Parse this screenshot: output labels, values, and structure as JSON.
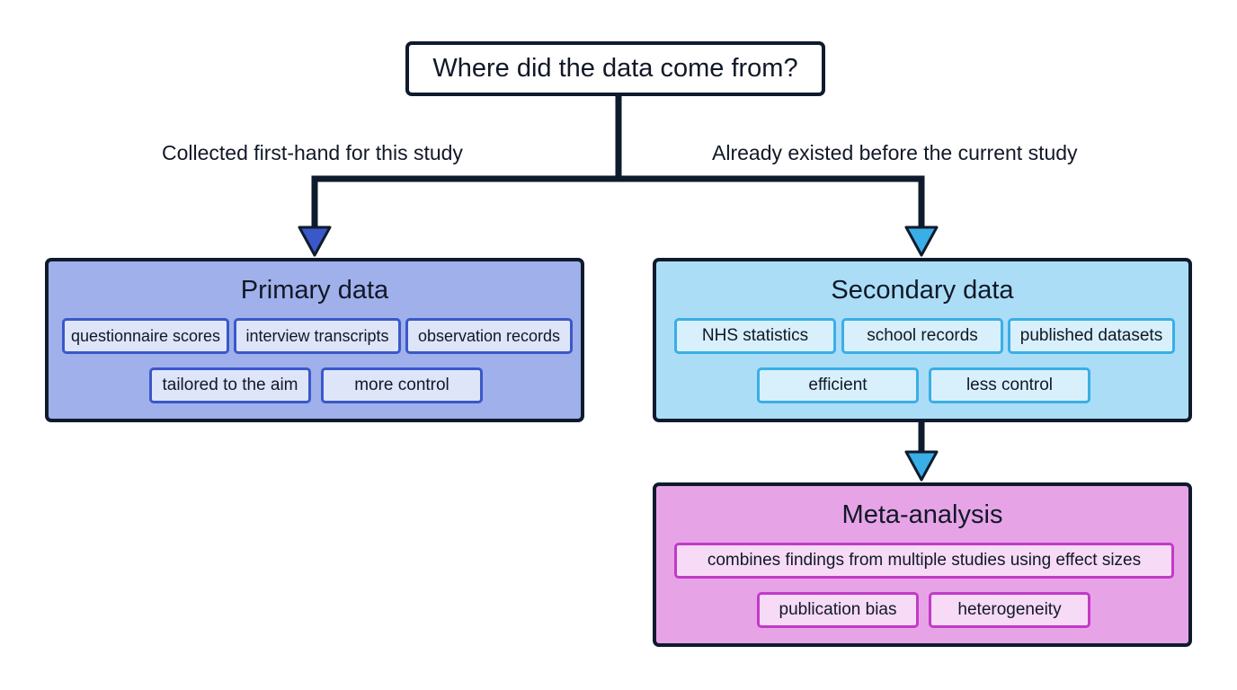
{
  "root": {
    "question": "Where did the data come from?"
  },
  "branches": {
    "left_label": "Collected first-hand for this study",
    "right_label": "Already existed before the current study"
  },
  "primary": {
    "title": "Primary data",
    "chips": [
      "questionnaire scores",
      "interview transcripts",
      "observation records",
      "tailored to the aim",
      "more control"
    ]
  },
  "secondary": {
    "title": "Secondary data",
    "chips": [
      "NHS statistics",
      "school records",
      "published datasets",
      "efficient",
      "less control"
    ]
  },
  "meta": {
    "title": "Meta-analysis",
    "chips": [
      "combines findings from multiple studies using effect sizes",
      "publication bias",
      "heterogeneity"
    ]
  },
  "colors": {
    "outline": "#0f1b2d",
    "primary_fill": "#9fb0ea",
    "primary_accent": "#3a58c8",
    "secondary_fill": "#abdef6",
    "secondary_accent": "#3aaee6",
    "meta_fill": "#e6a4e7",
    "meta_accent": "#c23ac7"
  }
}
